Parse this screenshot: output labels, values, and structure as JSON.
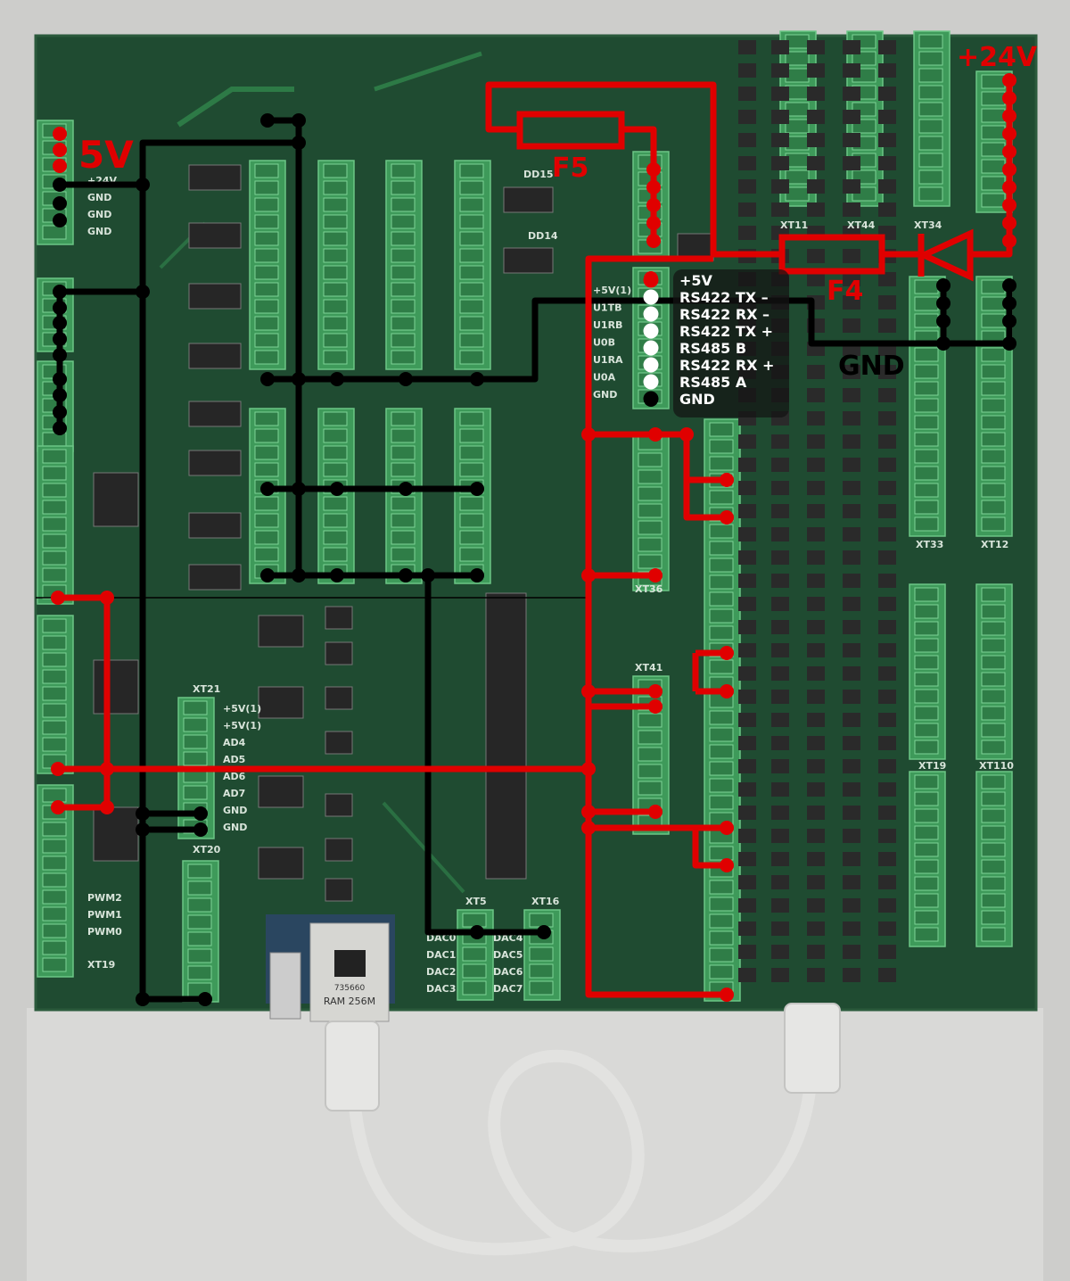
{
  "annotations": {
    "v5": "5V",
    "v24": "+24V",
    "fuse_f5": "F5",
    "fuse_f4": "F4",
    "gnd": "GND"
  },
  "legend": {
    "items": [
      {
        "label": "+5V",
        "dot": "red"
      },
      {
        "label": "RS422 TX –",
        "dot": "white"
      },
      {
        "label": "RS422 RX –",
        "dot": "white"
      },
      {
        "label": "RS422 TX +",
        "dot": "white"
      },
      {
        "label": "RS485 B",
        "dot": "white"
      },
      {
        "label": "RS422 RX +",
        "dot": "white"
      },
      {
        "label": "RS485 A",
        "dot": "white"
      },
      {
        "label": "GND",
        "dot": "black"
      }
    ]
  },
  "silkscreen": {
    "connectors": [
      "XT11",
      "XT44",
      "XT34",
      "XT33",
      "XT12",
      "XT19",
      "XT110",
      "XT36",
      "XT41",
      "XT21",
      "XT20",
      "XT19",
      "XT5",
      "XT16"
    ],
    "left_pins": [
      "+24V",
      "GND",
      "GND",
      "GND"
    ],
    "comm_pins": [
      "+5V(1)",
      "U1TB",
      "U1RB",
      "U0B",
      "U1RA",
      "U0A",
      "GND"
    ],
    "xt21_pins": [
      "+5V(1)",
      "+5V(1)",
      "AD4",
      "AD5",
      "AD6",
      "AD7",
      "GND",
      "GND"
    ],
    "dac_pins": [
      "DAC0",
      "DAC1",
      "DAC2",
      "DAC3",
      "DAC4",
      "DAC5",
      "DAC6",
      "DAC7"
    ],
    "pwm_pins": [
      "PWM2",
      "PWM1",
      "PWM0"
    ],
    "chips": [
      "DD15",
      "DD14"
    ],
    "module": "RAM 256M",
    "module_code": "735660"
  },
  "colors": {
    "power": "#e00000",
    "ground": "#000000",
    "board": "#1e4a30",
    "connector": "#3f9c5c"
  }
}
